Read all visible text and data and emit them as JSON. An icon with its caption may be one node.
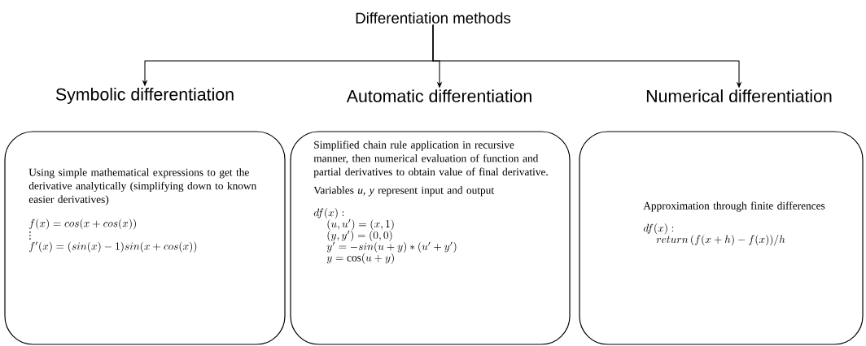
{
  "diagram": {
    "nodes": [
      {
        "text": [
          "Differentiation methods"
        ]
      },
      {
        "text": [
          "Symbolic differentiation"
        ]
      },
      {
        "text": [
          "Automatic differentiation"
        ]
      },
      {
        "text": [
          "Numerical differentiation"
        ]
      },
      {
        "text": [
          "Using simple mathematical expressions to get the derivative analytically (simplifying down to known easier derivatives)",
          "f(x) = cos(x + cos(x))",
          ".",
          ".",
          ".",
          "f'(x) = (sin(x) - 1) sin(x + cos(x))"
        ]
      },
      {
        "text": [
          "Simplified chain rule application in recursive manner, then numerical evaluation of function and partial derivatives to obtain value of final derivative.",
          "Variables *u*, *y* represent input and output",
          "df(x):",
          "(u, u') = (x, 1)",
          "(y, y') = (0, 0)",
          "y' = -sin(u + y) * (u' + y')",
          "y = \\cos(u + y)"
        ]
      },
      {
        "text": [
          "Approximation through finite differences",
          "df(x):",
          "return\\,(f(x + h) - f(x))/h"
        ]
      }
    ],
    "edges": [
      {
        "from": 0,
        "to": 1,
        "arrow": "to"
      },
      {
        "from": 0,
        "to": 2,
        "arrow": "to"
      },
      {
        "from": 0,
        "to": 3,
        "arrow": "to"
      }
    ]
  }
}
